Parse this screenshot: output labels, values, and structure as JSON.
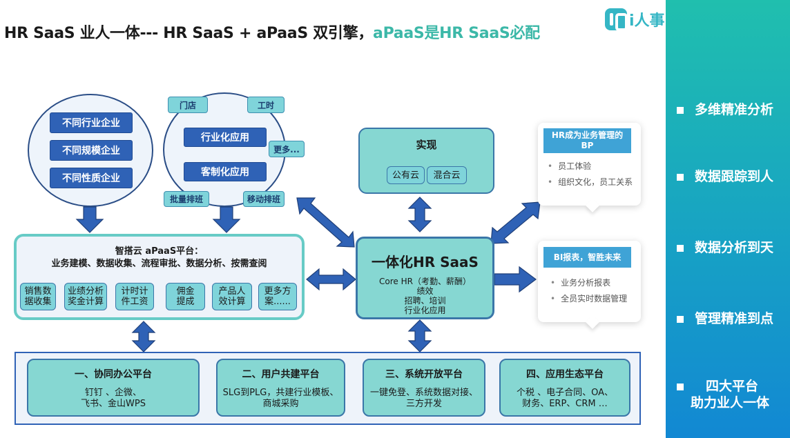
{
  "title": {
    "main": "HR SaaS 业人一体--- HR SaaS + aPaaS 双引擎，",
    "highlight": "aPaaS是HR SaaS必配"
  },
  "logo": {
    "text": "i人事"
  },
  "sidebar": {
    "items": [
      {
        "line1": "多维精准分析",
        "line2": ""
      },
      {
        "line1": "数据跟踪到人",
        "line2": ""
      },
      {
        "line1": "数据分析到天",
        "line2": ""
      },
      {
        "line1": "管理精准到点",
        "line2": ""
      },
      {
        "line1": "四大平台",
        "line2": "助力业人一体"
      }
    ]
  },
  "left_circle": {
    "items": [
      "不同行业企业",
      "不同规模企业",
      "不同性质企业"
    ]
  },
  "app_circle": {
    "top_tags": [
      "门店",
      "工时"
    ],
    "main": [
      "行业化应用",
      "客制化应用"
    ],
    "more": "更多...",
    "bottom_tags": [
      "批量排班",
      "移动排班"
    ]
  },
  "apaas": {
    "title": "智搭云 aPaaS平台：",
    "subtitle": "业务建模、数据收集、流程审批、数据分析、按需查阅",
    "cards": [
      "销售数\n据收集",
      "业绩分析\n奖金计算",
      "计时计\n件工资",
      "佣金\n提成",
      "产品人\n效计算",
      "更多方\n案......"
    ]
  },
  "realize": {
    "title": "实现",
    "items": [
      "公有云",
      "混合云"
    ]
  },
  "saas": {
    "title": "一体化HR SaaS",
    "lines": [
      "Core HR（考勤、薪酬）",
      "绩效",
      "招聘、培训",
      "行业化应用"
    ]
  },
  "card_bp": {
    "header": "HR成为业务管理的\nBP",
    "items": [
      "员工体验",
      "组织文化，员工关系"
    ]
  },
  "card_bi": {
    "header": "BI报表，智胜未来",
    "items": [
      "业务分析报表",
      "全员实时数据管理"
    ]
  },
  "platforms": [
    {
      "title": "一、协同办公平台",
      "body": "钉钉 、企微、\n飞书、金山WPS"
    },
    {
      "title": "二、用户共建平台",
      "body": "SLG到PLG，共建行业模板、\n商城采购"
    },
    {
      "title": "三、系统开放平台",
      "body": "一键免登、系统数据对接、\n三方开发"
    },
    {
      "title": "四、应用生态平台",
      "body": "个税 、电子合同、OA、\n财务、ERP、CRM …"
    }
  ],
  "colors": {
    "accent": "#3cb8a8",
    "navy": "#2f62b6",
    "mint": "#86d7d2",
    "sidebar_top": "#20bfae",
    "sidebar_bottom": "#1288d3"
  }
}
